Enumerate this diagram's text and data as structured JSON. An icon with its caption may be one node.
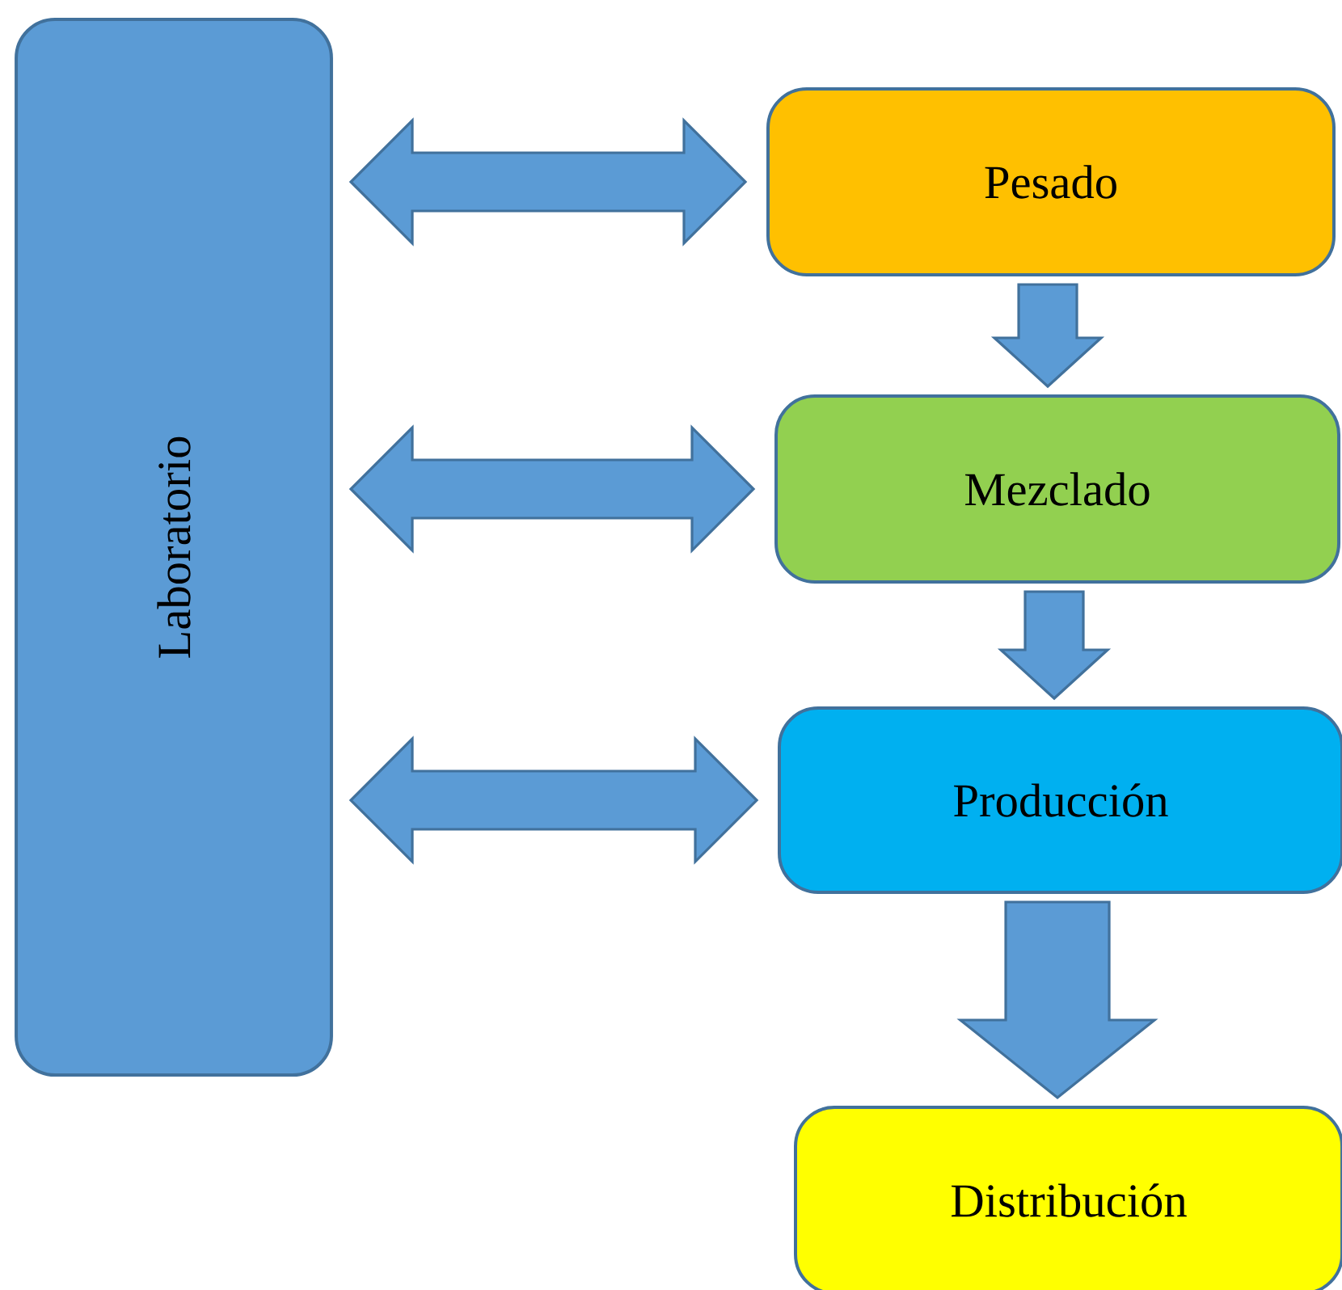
{
  "diagram": {
    "nodes": [
      {
        "text": [
          "Laboratorio"
        ]
      },
      {
        "text": [
          "Pesado"
        ]
      },
      {
        "text": [
          "Mezclado"
        ]
      },
      {
        "text": [
          "Producción"
        ]
      },
      {
        "text": [
          "Distribución"
        ]
      }
    ],
    "edges": [
      {
        "from": 0,
        "to": 1,
        "arrow": "both"
      },
      {
        "from": 1,
        "to": 2,
        "arrow": "to"
      },
      {
        "from": 0,
        "to": 2,
        "arrow": "both"
      },
      {
        "from": 2,
        "to": 3,
        "arrow": "to"
      },
      {
        "from": 0,
        "to": 3,
        "arrow": "both"
      },
      {
        "from": 3,
        "to": 4,
        "arrow": "to"
      }
    ]
  }
}
